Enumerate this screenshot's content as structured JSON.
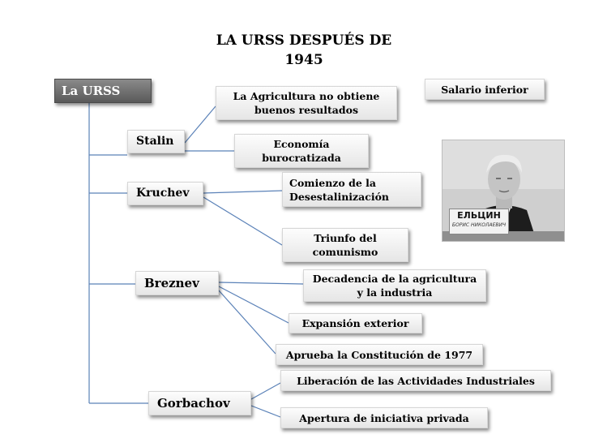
{
  "title": {
    "line1": "LA URSS DESPUÉS DE",
    "line2": "1945"
  },
  "nodes": {
    "urss": "La URSS",
    "stalin": "Stalin",
    "kruchev": "Kruchev",
    "breznev": "Breznev",
    "gorbachov": "Gorbachov"
  },
  "facts": {
    "agricultura": "La Agricultura no obtiene buenos resultados",
    "salario": "Salario inferior",
    "economia": "Economía burocratizada",
    "desestalinizacion": "Comienzo de la Desestalinización",
    "triunfo": "Triunfo del comunismo",
    "decadencia": "Decadencia de la agricultura y la industria",
    "expansion": "Expansión exterior",
    "constitucion": "Aprueba la Constitución de 1977",
    "liberacion": "Liberación de las Actividades Industriales",
    "apertura": "Apertura de iniciativa privada"
  },
  "photo": {
    "label_line1": "ЕЛЬЦИН",
    "label_line2": "БОРИС НИКОЛАЕВИЧ"
  },
  "colors": {
    "connector": "#5b82b8",
    "root_box": "#6e6e6e"
  }
}
